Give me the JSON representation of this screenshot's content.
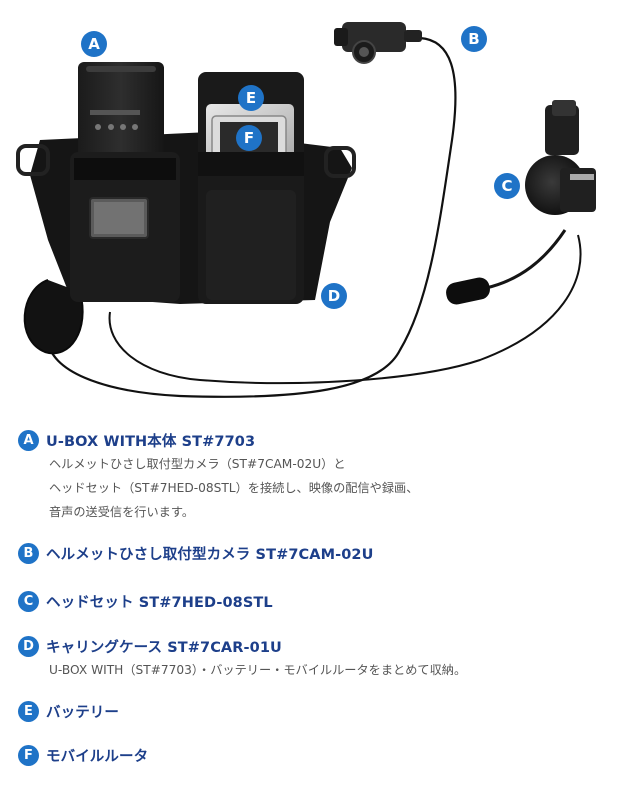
{
  "callouts": [
    "A",
    "B",
    "C",
    "D",
    "E",
    "F"
  ],
  "items": [
    {
      "letter": "A",
      "title": "U-BOX WITH本体 ST#7703",
      "desc": "ヘルメットひさし取付型カメラ（ST#7CAM-02U）と\nヘッドセット（ST#7HED-08STL）を接続し、映像の配信や録画、\n音声の送受信を行います。"
    },
    {
      "letter": "B",
      "title": "ヘルメットひさし取付型カメラ ST#7CAM-02U"
    },
    {
      "letter": "C",
      "title": "ヘッドセット ST#7HED-08STL"
    },
    {
      "letter": "D",
      "title": "キャリングケース ST#7CAR-01U",
      "desc": "U-BOX WITH（ST#7703）・バッテリー・モバイルルータをまとめて収納。"
    },
    {
      "letter": "E",
      "title": "バッテリー"
    },
    {
      "letter": "F",
      "title": "モバイルルータ"
    }
  ],
  "colors": {
    "accent": "#1f73c7",
    "title": "#1d3f8a",
    "text": "#555555"
  }
}
